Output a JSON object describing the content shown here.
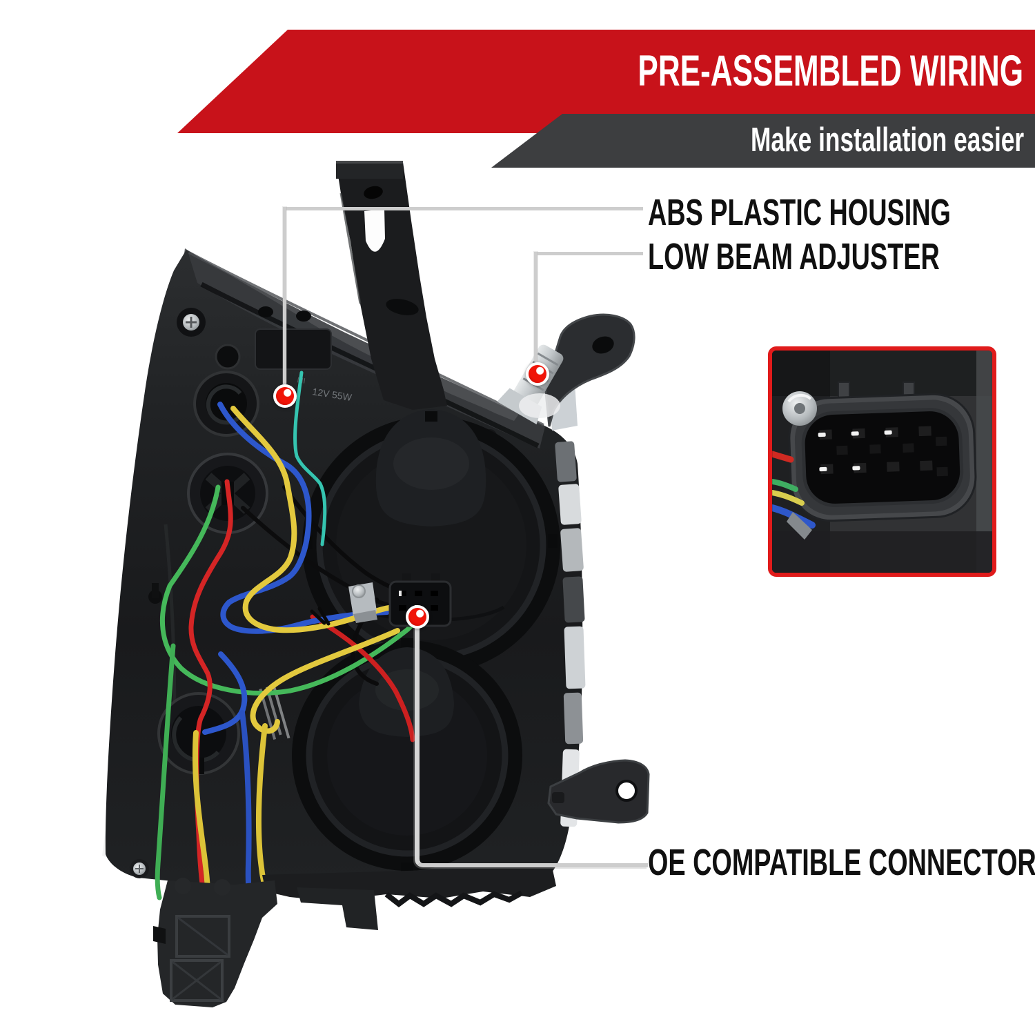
{
  "banner": {
    "title": "PRE-ASSEMBLED WIRING",
    "subtitle": "Make installation easier",
    "red_color": "#c8121a",
    "gray_color": "#3d3e40"
  },
  "callouts": [
    {
      "id": "abs",
      "label": "ABS PLASTIC HOUSING",
      "marker": "red-dot",
      "target": "housing upper-left area"
    },
    {
      "id": "low-beam",
      "label": "LOW BEAM ADJUSTER",
      "marker": "red-dot",
      "target": "silver adjuster bolt upper-right"
    },
    {
      "id": "oe-connector",
      "label": "OE COMPATIBLE CONNECTOR",
      "marker": "red-dot",
      "target": "black connector center"
    }
  ],
  "marker": {
    "color": "#f01408",
    "ring_color": "#ffffff"
  },
  "inset": {
    "border_color": "#e01b1b",
    "content": "connector-closeup-photo",
    "pin_rows": 2,
    "pins_per_row": 4
  },
  "headlight": {
    "molded_text": "12V 55W",
    "wire_colors": {
      "yellow": "#e3c93e",
      "blue": "#2d57cc",
      "red": "#d42525",
      "green": "#45b85a",
      "teal": "#35c4b0"
    },
    "body_color": "#1d1f21"
  }
}
